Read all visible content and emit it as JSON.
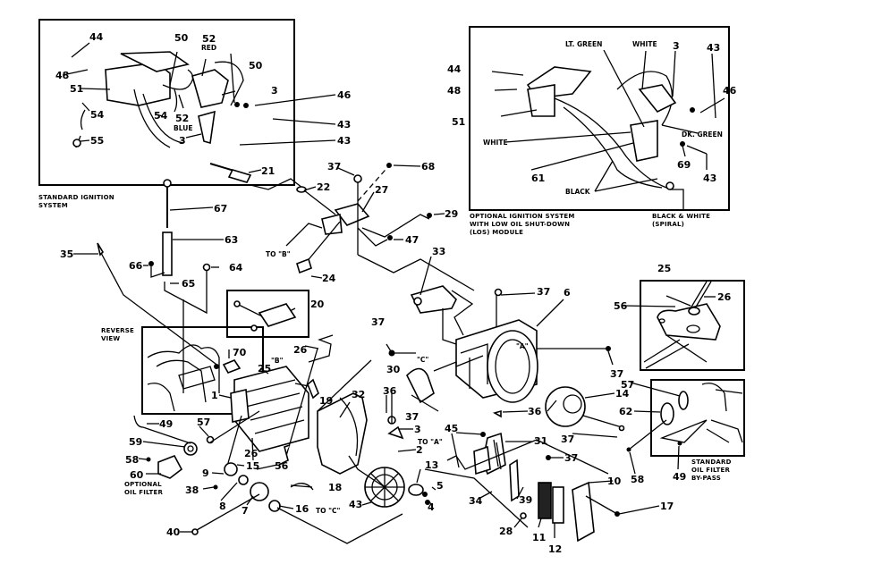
{
  "diagram": {
    "title": "Engine exploded parts diagram",
    "insets": {
      "standard_ignition": {
        "caption_line1": "STANDARD IGNITION",
        "caption_line2": "SYSTEM",
        "callouts": [
          "44",
          "48",
          "51",
          "54",
          "55",
          "50",
          "52",
          "50",
          "3",
          "46",
          "43",
          "43",
          "54",
          "52",
          "3"
        ],
        "wire_labels": {
          "red": "RED",
          "blue": "BLUE"
        }
      },
      "optional_ignition": {
        "caption_line1": "OPTIONAL IGNITION SYSTEM",
        "caption_line2": "WITH LOW OIL SHUT-DOWN",
        "caption_line3": "(LOS) MODULE",
        "side_caption_line1": "BLACK & WHITE",
        "side_caption_line2": "(SPIRAL)",
        "callouts": [
          "44",
          "48",
          "51",
          "61",
          "3",
          "43",
          "46",
          "69",
          "43"
        ],
        "wire_labels": {
          "lt_green": "LT. GREEN",
          "white_top": "WHITE",
          "white_left": "WHITE",
          "dk_green": "DK. GREEN",
          "black": "BLACK"
        }
      },
      "reverse_view": {
        "caption_line1": "REVERSE",
        "caption_line2": "VIEW"
      },
      "oil_filter_bypass": {
        "caption_line1": "STANDARD",
        "caption_line2": "OIL FILTER",
        "caption_line3": "BY-PASS",
        "callouts": [
          "57",
          "62",
          "49",
          "58"
        ]
      },
      "governor_detail": {
        "callouts": [
          "25",
          "26",
          "56"
        ]
      },
      "choke_detail": {
        "callouts": [
          "20"
        ]
      }
    },
    "optional_oil_filter": {
      "caption_line1": "OPTIONAL",
      "caption_line2": "OIL FILTER"
    },
    "references": {
      "to_a": "TO \"A\"",
      "to_b": "TO \"B\"",
      "to_c": "TO \"C\"",
      "mark_a": "\"A\"",
      "mark_b": "\"B\"",
      "mark_c": "\"C\""
    },
    "callouts": {
      "c21": "21",
      "c22": "22",
      "c37a": "37",
      "c68": "68",
      "c27": "27",
      "c29": "29",
      "c47": "47",
      "c24": "24",
      "c67": "67",
      "c63": "63",
      "c35": "35",
      "c66": "66",
      "c64": "64",
      "c65": "65",
      "c33": "33",
      "c37b": "37",
      "c6": "6",
      "c37c": "37",
      "c37d": "37",
      "c70": "70",
      "c1": "1",
      "c25": "25",
      "c26": "26",
      "c19": "19",
      "c32": "32",
      "c36a": "36",
      "c30": "30",
      "c37e": "37",
      "c3": "3",
      "c2": "2",
      "c13": "13",
      "c5": "5",
      "c4": "4",
      "c43": "43",
      "c18": "18",
      "c16": "16",
      "c7": "7",
      "c8": "8",
      "c40": "40",
      "c38": "38",
      "c9": "9",
      "c15": "15",
      "c56": "56",
      "c26b": "26",
      "c49": "49",
      "c57": "57",
      "c59": "59",
      "c58": "58",
      "c60": "60",
      "c36b": "36",
      "c45": "45",
      "c31": "31",
      "c37f": "37",
      "c34": "34",
      "c39": "39",
      "c28": "28",
      "c11": "11",
      "c12": "12",
      "c10": "10",
      "c17": "17",
      "c14": "14",
      "c37g": "37"
    }
  }
}
